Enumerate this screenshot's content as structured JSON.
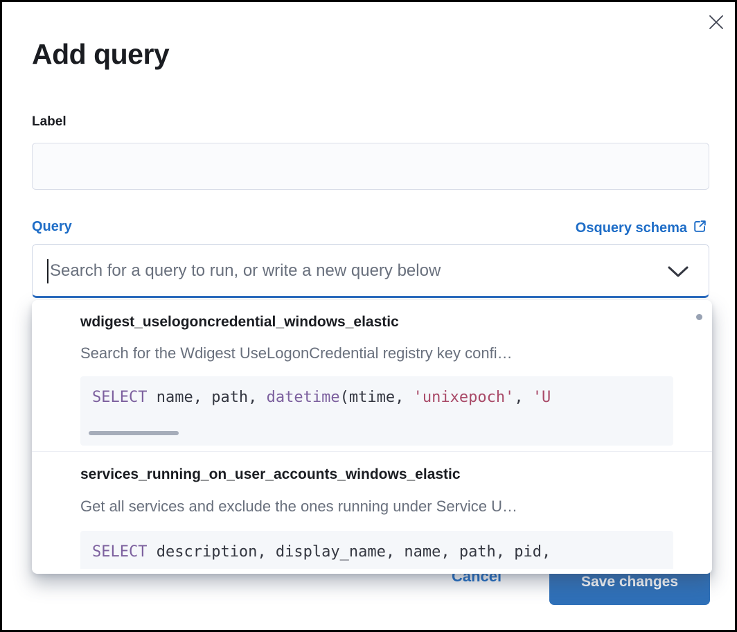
{
  "modal": {
    "title": "Add query"
  },
  "form": {
    "label_field": {
      "label": "Label",
      "value": "",
      "placeholder": ""
    },
    "query_field": {
      "label": "Query",
      "schema_link_label": "Osquery schema",
      "placeholder": "Search for a query to run, or write a new query below"
    }
  },
  "dropdown": {
    "options": [
      {
        "title": "wdigest_uselogoncredential_windows_elastic",
        "description": "Search for the Wdigest UseLogonCredential registry key confi…",
        "code": [
          {
            "t": "kw",
            "v": "SELECT"
          },
          {
            "t": "pl",
            "v": " name, path, "
          },
          {
            "t": "kw",
            "v": "datetime"
          },
          {
            "t": "pl",
            "v": "(mtime, "
          },
          {
            "t": "str",
            "v": "'unixepoch'"
          },
          {
            "t": "pl",
            "v": ", "
          },
          {
            "t": "str",
            "v": "'U"
          }
        ]
      },
      {
        "title": "services_running_on_user_accounts_windows_elastic",
        "description": "Get all services and exclude the ones running under Service U…",
        "code": [
          {
            "t": "kw",
            "v": "SELECT"
          },
          {
            "t": "pl",
            "v": " description, display_name, name, path, pid,"
          }
        ]
      }
    ]
  },
  "footer": {
    "cancel_label": "Cancel",
    "save_label": "Save changes"
  },
  "icons": {
    "close": "close-icon",
    "chevron": "chevron-down-icon",
    "external": "external-link-icon"
  },
  "colors": {
    "link_blue": "#1e6dc7",
    "focus_underline": "#2a6bbf",
    "save_button": "#2f70b8",
    "title_text": "#1a1c21",
    "muted_text": "#69707d",
    "code_background": "#f5f7fa",
    "code_keyword": "#7c609e",
    "code_string": "#a94a68",
    "code_plain": "#343741",
    "scrollbar": "#a6adba"
  }
}
